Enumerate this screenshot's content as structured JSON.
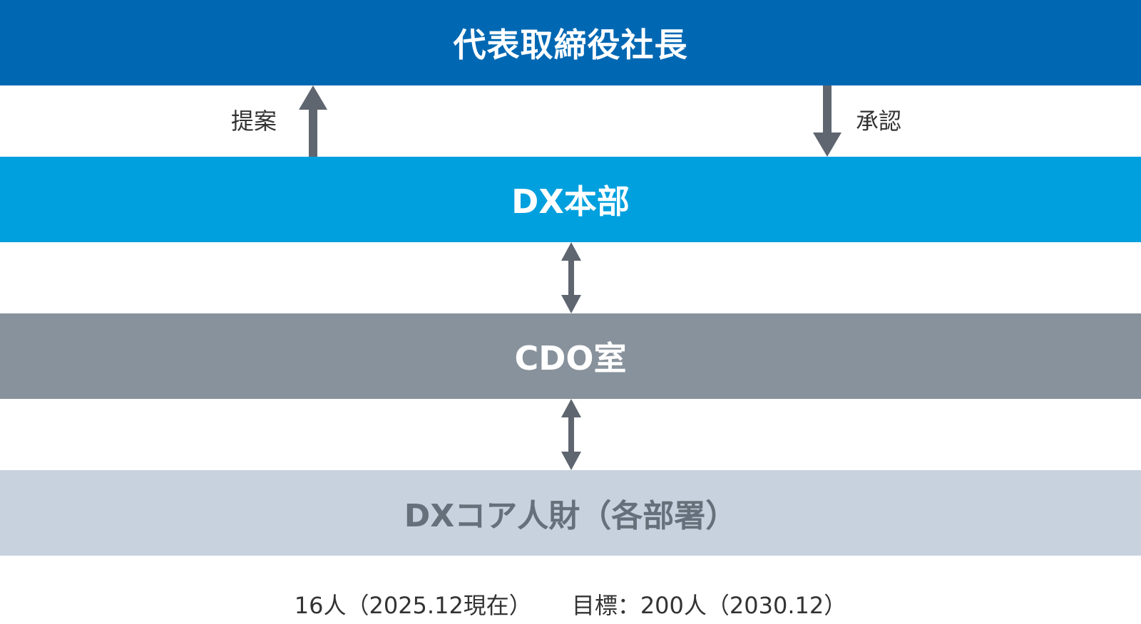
{
  "boxes": {
    "president": "代表取締役社長",
    "dx_headquarters": "DX本部",
    "cdo_office": "CDO室",
    "dx_core_talent": "DXコア人財（各部署）"
  },
  "labels": {
    "propose": "提案",
    "approve": "承認"
  },
  "footer": {
    "current": "16人（2025.12現在）",
    "target": "目標：200人（2030.12）"
  },
  "colors": {
    "president": "#0068b3",
    "dx_headquarters": "#00a0de",
    "cdo_office": "#88929c",
    "dx_core_talent": "#c7d2de",
    "arrow": "#5f6670"
  }
}
